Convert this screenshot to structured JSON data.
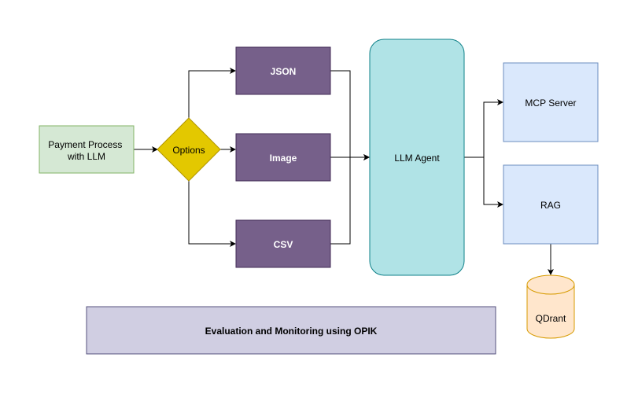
{
  "nodes": {
    "payment": {
      "line1": "Payment Process",
      "line2": "with LLM"
    },
    "options": "Options",
    "json": "JSON",
    "image": "Image",
    "csv": "CSV",
    "agent": "LLM Agent",
    "mcp": "MCP Server",
    "rag": "RAG",
    "qdrant": "QDrant",
    "eval": "Evaluation and Monitoring using OPIK"
  },
  "colors": {
    "payment_fill": "#d5e8d4",
    "payment_stroke": "#82b366",
    "options_fill": "#e3c800",
    "options_stroke": "#b09500",
    "data_fill": "#76608a",
    "data_stroke": "#432d57",
    "agent_fill": "#b0e3e6",
    "agent_stroke": "#0e8088",
    "service_fill": "#dae8fc",
    "service_stroke": "#6c8ebf",
    "db_fill": "#ffe6cc",
    "db_stroke": "#d79b00",
    "eval_fill": "#d0cee2",
    "eval_stroke": "#56517e"
  }
}
